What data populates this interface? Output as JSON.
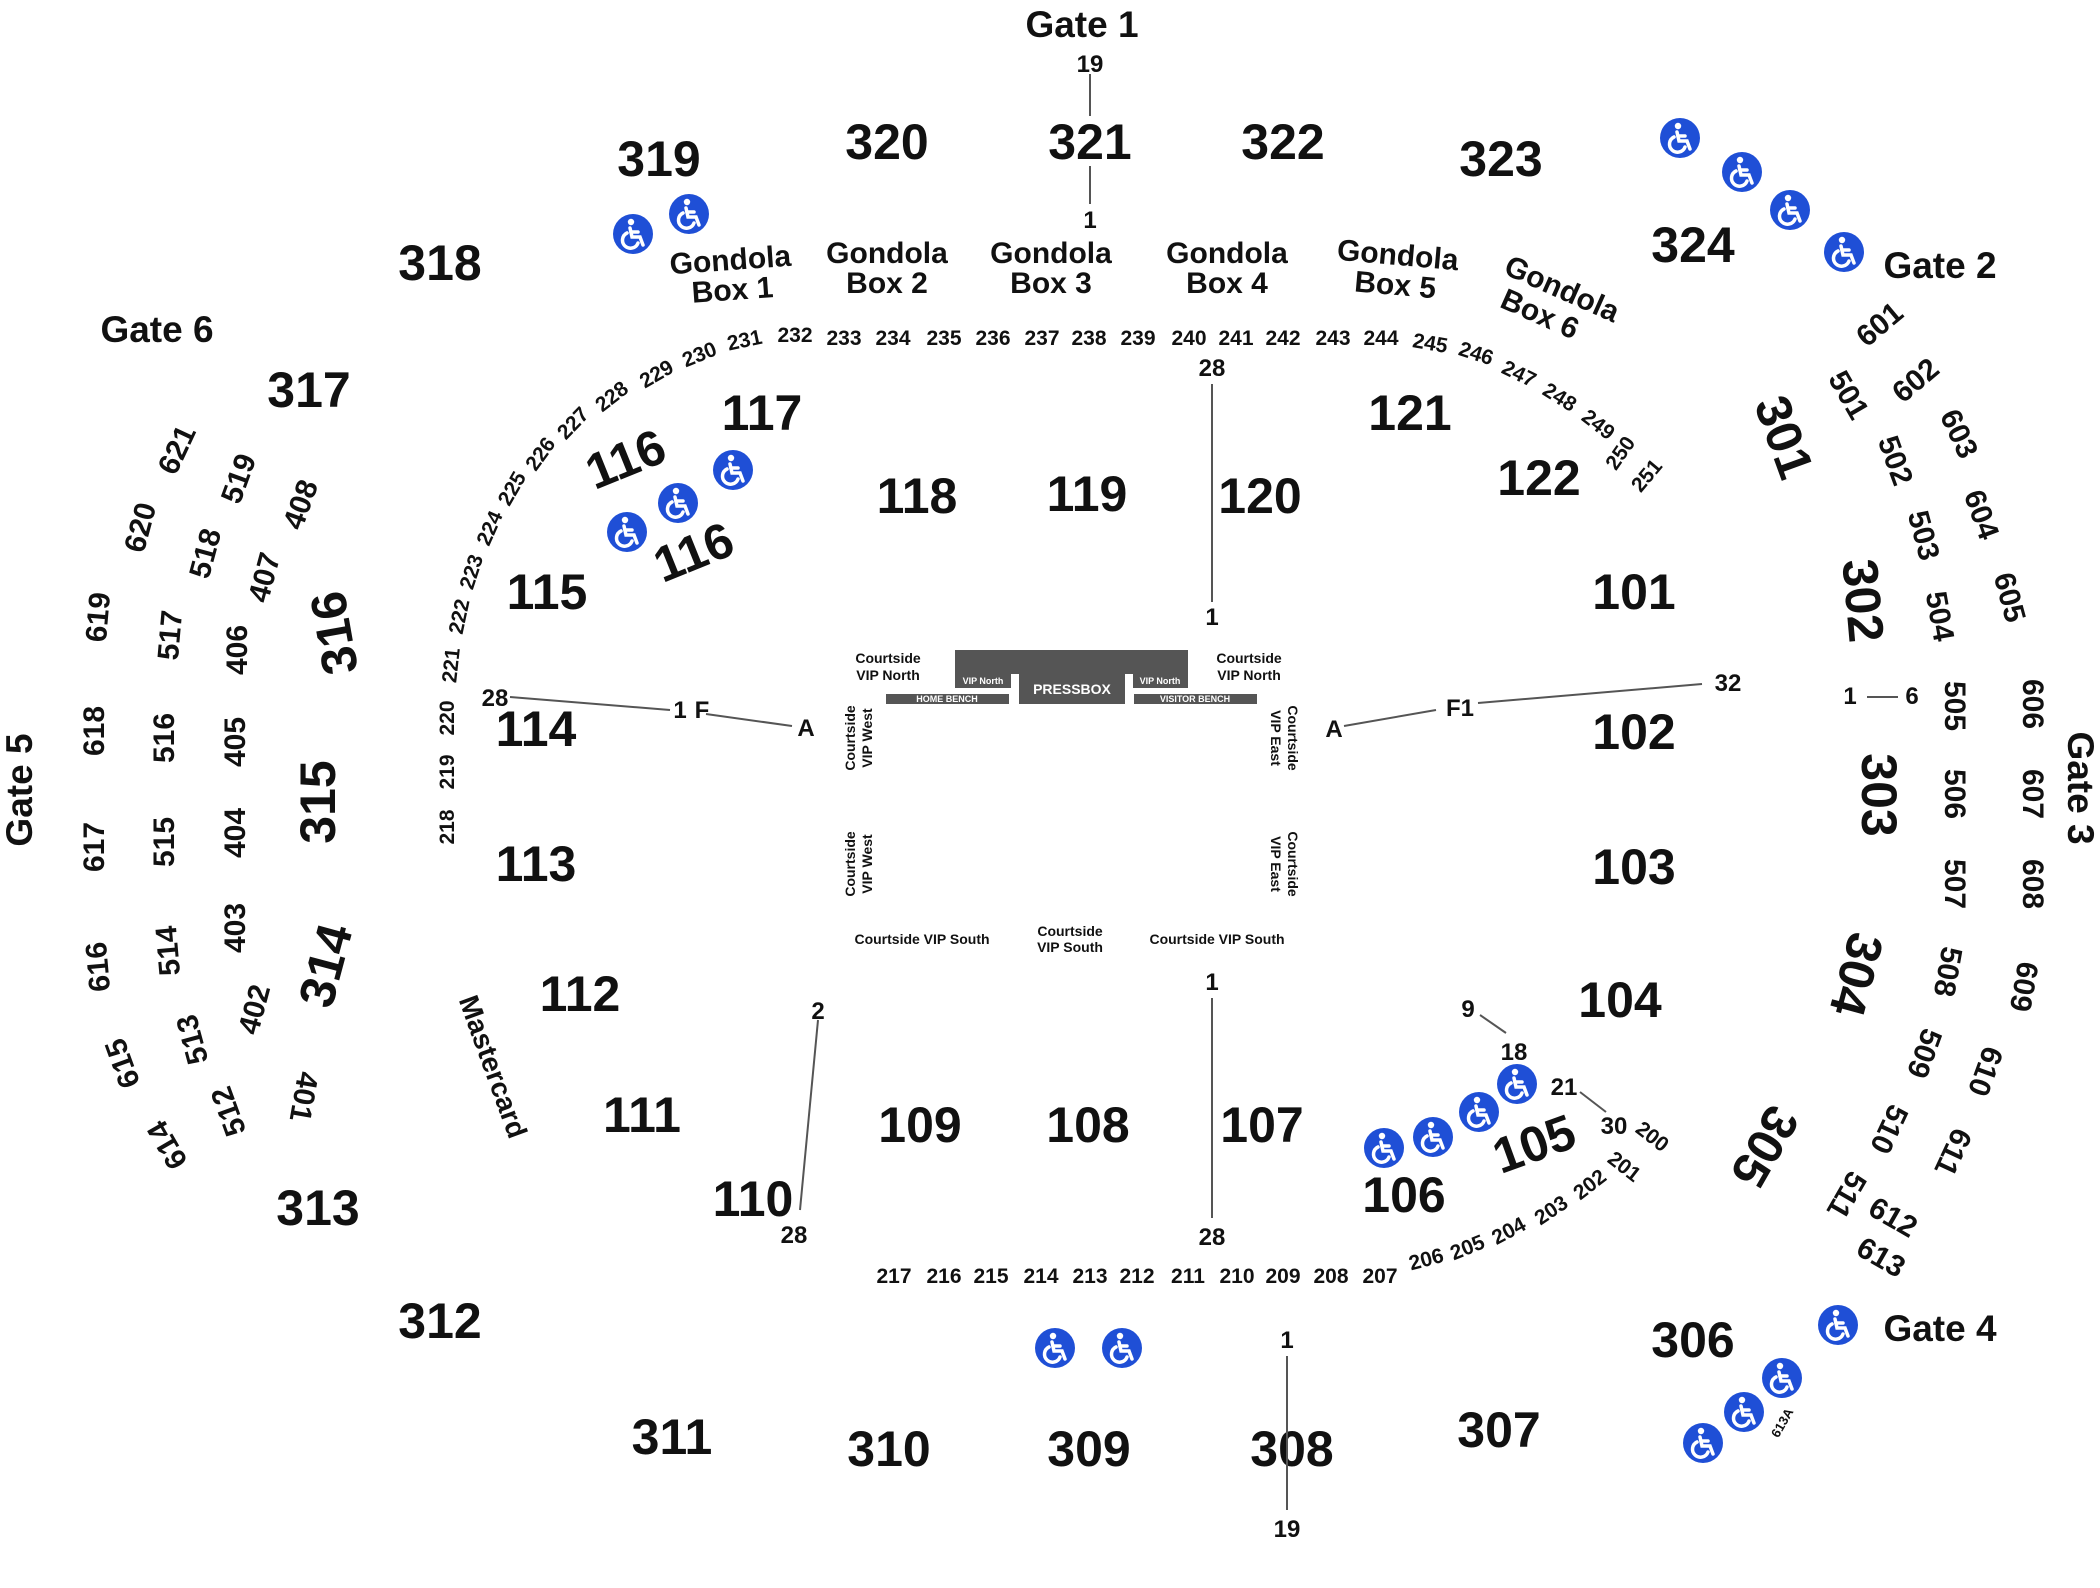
{
  "gates": {
    "gate1": "Gate 1",
    "gate2": "Gate 2",
    "gate3": "Gate 3",
    "gate4": "Gate 4",
    "gate5": "Gate 5",
    "gate6": "Gate 6"
  },
  "sections_300": [
    "301",
    "302",
    "303",
    "304",
    "305",
    "306",
    "307",
    "308",
    "309",
    "310",
    "311",
    "312",
    "313",
    "314",
    "315",
    "316",
    "317",
    "318",
    "319",
    "320",
    "321",
    "322",
    "323",
    "324"
  ],
  "sections_100": [
    "101",
    "102",
    "103",
    "104",
    "105",
    "106",
    "107",
    "108",
    "109",
    "110",
    "111",
    "112",
    "113",
    "114",
    "115",
    "116",
    "116",
    "117",
    "118",
    "119",
    "120",
    "121",
    "122"
  ],
  "boxes_200": [
    "200",
    "201",
    "202",
    "203",
    "204",
    "205",
    "206",
    "207",
    "208",
    "209",
    "210",
    "211",
    "212",
    "213",
    "214",
    "215",
    "216",
    "217",
    "218",
    "219",
    "220",
    "221",
    "222",
    "223",
    "224",
    "225",
    "226",
    "227",
    "228",
    "229",
    "230",
    "231",
    "232",
    "233",
    "234",
    "235",
    "236",
    "237",
    "238",
    "239",
    "240",
    "241",
    "242",
    "243",
    "244",
    "245",
    "246",
    "247",
    "248",
    "249",
    "250",
    "251"
  ],
  "sections_400": [
    "401",
    "402",
    "403",
    "404",
    "405",
    "406",
    "407",
    "408"
  ],
  "sections_500": [
    "501",
    "502",
    "503",
    "504",
    "505",
    "506",
    "507",
    "508",
    "509",
    "510",
    "511",
    "512",
    "513",
    "514",
    "515",
    "516",
    "517",
    "518",
    "519"
  ],
  "sections_600": [
    "601",
    "602",
    "603",
    "604",
    "605",
    "606",
    "607",
    "608",
    "609",
    "610",
    "611",
    "612",
    "613",
    "613A",
    "614",
    "615",
    "616",
    "617",
    "618",
    "619",
    "620",
    "621"
  ],
  "gondolas": [
    {
      "line1": "Gondola",
      "line2": "Box 1"
    },
    {
      "line1": "Gondola",
      "line2": "Box 2"
    },
    {
      "line1": "Gondola",
      "line2": "Box 3"
    },
    {
      "line1": "Gondola",
      "line2": "Box 4"
    },
    {
      "line1": "Gondola",
      "line2": "Box 5"
    },
    {
      "line1": "Gondola",
      "line2": "Box 6"
    }
  ],
  "row_labels": {
    "r19a": "19",
    "r1a": "1",
    "r28a": "28",
    "r1b": "1",
    "r28b": "28",
    "r1c": "1",
    "rF_w": "F",
    "rA_w": "A",
    "r1d": "1",
    "r6": "6",
    "r32": "32",
    "rF1_e": "F1",
    "rA_e": "A",
    "r2": "2",
    "r28c": "28",
    "r1e": "1",
    "r28d": "28",
    "r9": "9",
    "r18": "18",
    "r21": "21",
    "r30": "30",
    "r1f": "1",
    "r19b": "19"
  },
  "court": {
    "pressbox": "PRESSBOX",
    "vip_north_small_left": "VIP North",
    "vip_north_small_right": "VIP North",
    "home_bench": "HOME BENCH",
    "visitor_bench": "VISITOR BENCH",
    "courtside_vip_north_left": [
      "Courtside",
      "VIP North"
    ],
    "courtside_vip_north_right": [
      "Courtside",
      "VIP North"
    ],
    "courtside_vip_west_1": [
      "Courtside",
      "VIP West"
    ],
    "courtside_vip_west_2": [
      "Courtside",
      "VIP West"
    ],
    "courtside_vip_east_1": [
      "Courtside",
      "VIP East"
    ],
    "courtside_vip_east_2": [
      "Courtside",
      "VIP East"
    ],
    "courtside_vip_south_left": "Courtside VIP South",
    "courtside_vip_south_center": [
      "Courtside",
      "VIP South"
    ],
    "courtside_vip_south_right": "Courtside VIP South"
  },
  "mastercard": "Mastercard",
  "accessible_icon": "wheelchair-icon",
  "colors": {
    "accessible": "#1f4fd6",
    "text": "#111111",
    "court_bar": "#555555"
  }
}
